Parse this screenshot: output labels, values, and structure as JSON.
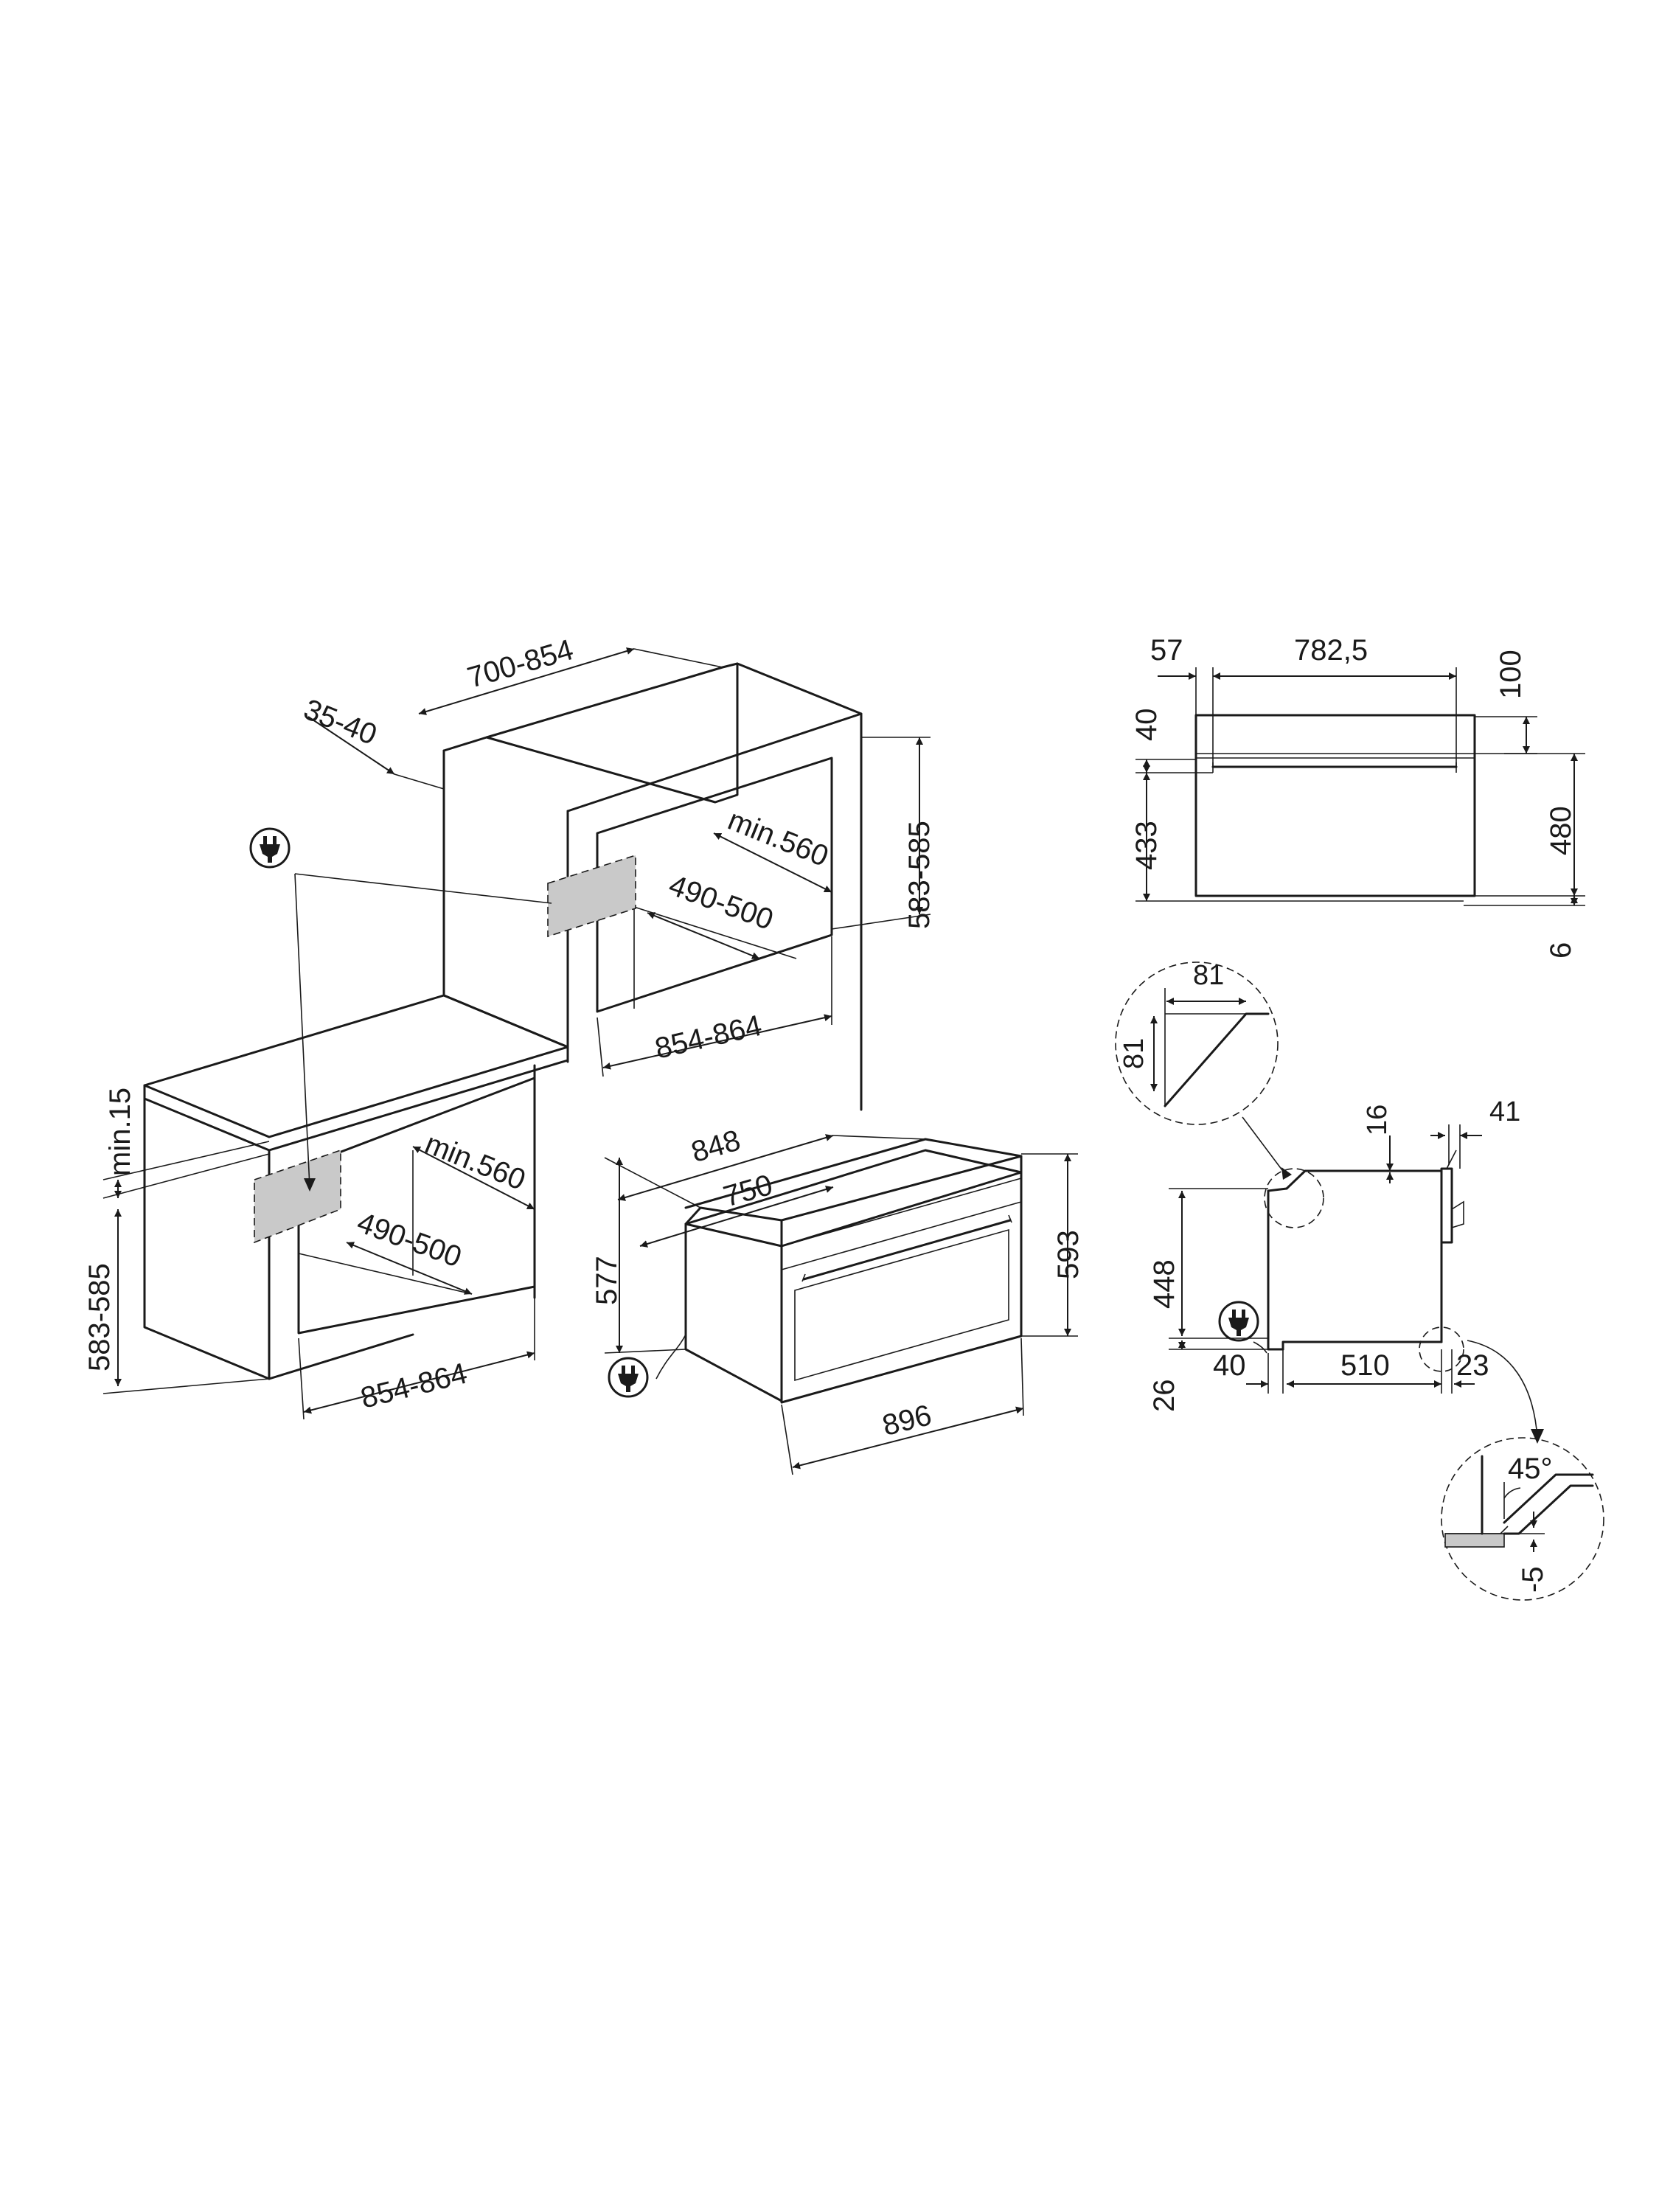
{
  "dimensions": {
    "niche_depth": "700-854",
    "niche_side_gap": "35-40",
    "upper_niche_height": "583-585",
    "upper_min_depth": "min.560",
    "upper_inner_depth": "490-500",
    "upper_niche_width": "854-864",
    "lower_min_clearance": "min.15",
    "lower_niche_height": "583-585",
    "lower_min_depth": "min.560",
    "lower_inner_depth": "490-500",
    "lower_niche_width": "854-864",
    "oven_depth_total": "848",
    "oven_body_depth": "750",
    "oven_body_height": "577",
    "oven_front_height": "593",
    "oven_front_width": "896",
    "front_handle_offset": "57",
    "front_inner_width": "782,5",
    "front_top_gap": "100",
    "front_handle_height": "40",
    "front_door_height": "433",
    "front_total_height": "480",
    "front_bottom_gap": "6",
    "detail_chamfer_w": "81",
    "detail_chamfer_h": "81",
    "side_top_step": "16",
    "side_door_depth": "41",
    "side_height": "448",
    "side_base_height": "26",
    "side_rear_gap": "40",
    "side_depth": "510",
    "side_front_gap": "23",
    "detail_angle": "45°",
    "detail_offset": "-5"
  },
  "icons": [
    "plug-icon",
    "plug-icon",
    "plug-icon"
  ]
}
